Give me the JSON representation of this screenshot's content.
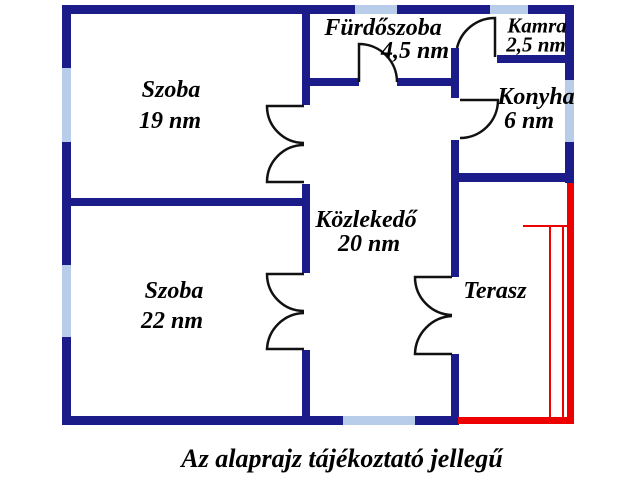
{
  "caption": "Az alaprajz tájékoztató jellegű",
  "colors": {
    "wall": "#1b1b8a",
    "window": "#b7cde9",
    "terrace": "#ee0000",
    "door": "#111111",
    "text": "#000000"
  },
  "rooms": {
    "szoba19": {
      "name": "Szoba",
      "area": "19 nm"
    },
    "szoba22": {
      "name": "Szoba",
      "area": "22 nm"
    },
    "furdoszoba": {
      "name": "Fürdőszoba",
      "area": "4,5 nm"
    },
    "kamra": {
      "name": "Kamra",
      "area": "2,5 nm"
    },
    "konyha": {
      "name": "Konyha",
      "area": "6 nm"
    },
    "kozlekedo": {
      "name": "Közlekedő",
      "area": "20 nm"
    },
    "terasz": {
      "name": "Terasz"
    }
  }
}
